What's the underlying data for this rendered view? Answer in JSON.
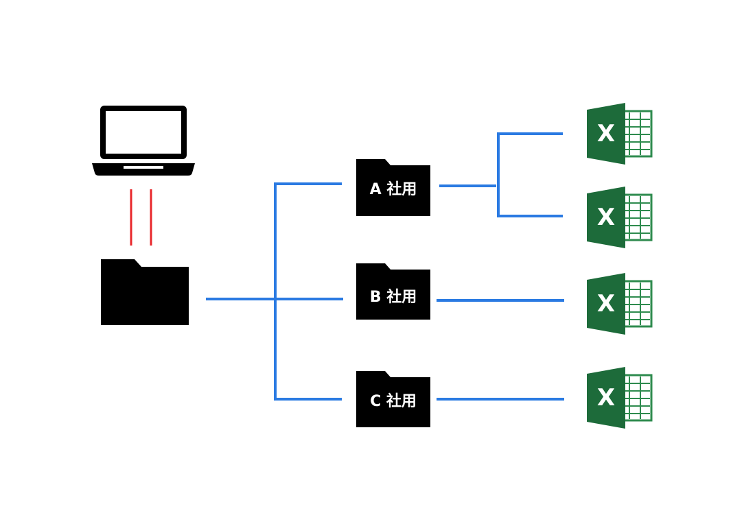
{
  "diagram": {
    "folders": [
      {
        "label": "A 社用"
      },
      {
        "label": "B 社用"
      },
      {
        "label": "C 社用"
      }
    ],
    "excel_icon_letter": "X",
    "icons": {
      "computer": "laptop-icon",
      "root_folder": "folder-icon",
      "company_folder": "folder-icon",
      "spreadsheet": "excel-icon"
    },
    "colors": {
      "connector": "#2a7ae2",
      "link": "#e8272b",
      "folder": "#000000",
      "excel_dark": "#1d6b3a",
      "excel_mid": "#2e8b4e",
      "excel_light": "#ffffff"
    }
  }
}
